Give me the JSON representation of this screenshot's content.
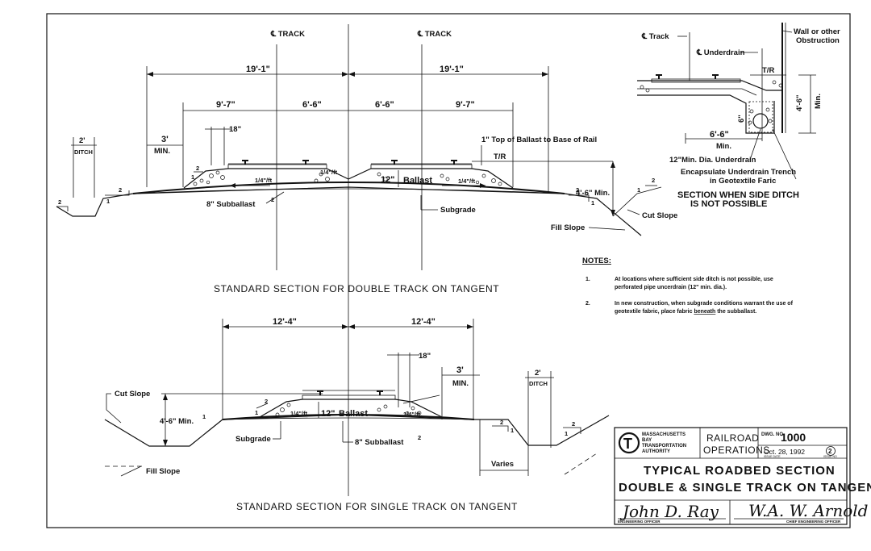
{
  "double": {
    "cl_track_left": "℄ TRACK",
    "cl_track_right": "℄ TRACK",
    "dim_19_1_left": "19'-1\"",
    "dim_19_1_right": "19'-1\"",
    "dim_9_7_left": "9'-7\"",
    "dim_6_6_left": "6'-6\"",
    "dim_6_6_right": "6'-6\"",
    "dim_9_7_right": "9'-7\"",
    "dim_18": "18\"",
    "dim_ditch_2": "2'",
    "ditch": "DITCH",
    "dim_3": "3'",
    "min": "MIN.",
    "top_ballast_note": "1\" Top of Ballast to Base of Rail",
    "tr": "T/R",
    "ballast_12": "12\"",
    "ballast": "Ballast",
    "slope_quarter_left": "1/4\"/ft",
    "slope_quarter_mid": "1/4\"/ft",
    "slope_quarter_right": "1/4\"/ft",
    "subballast": "8\" Subballast",
    "sup2": "2",
    "subgrade": "Subgrade",
    "dim_4_6": "4'-6\" Min.",
    "cut_slope": "Cut Slope",
    "fill_slope": "Fill Slope",
    "slope_2": "2",
    "slope_1": "1",
    "title": "STANDARD SECTION FOR DOUBLE TRACK ON TANGENT"
  },
  "side": {
    "cl_track": "℄ Track",
    "cl_underdrain": "℄ Underdrain",
    "wall": "Wall or other",
    "obstruction": "Obstruction",
    "tr": "T/R",
    "dim_4_6": "4'-6\"",
    "min": "Min.",
    "dim_6": "6\"",
    "dim_6_6": "6'-6\"",
    "min2": "Min.",
    "underdrain": "12\"Min. Dia. Underdrain",
    "encapsulate1": "Encapsulate Underdrain Trench",
    "encapsulate2": "in Geotextile Faric",
    "title1": "SECTION WHEN SIDE DITCH",
    "title2": "IS NOT POSSIBLE"
  },
  "notes": {
    "heading": "NOTES:",
    "n1_num": "1.",
    "n1_line1": "At locations where sufficient side ditch is not possible, use",
    "n1_line2": "perforated pipe uncerdrain (12\" min. dia.).",
    "n2_num": "2.",
    "n2_line1": "In new construction, when subgrade conditions warrant the use of",
    "n2_line2_a": "geotextile fabric, place fabric ",
    "n2_line2_b": "beneath",
    "n2_line2_c": " the subballast."
  },
  "single": {
    "dim_12_4_left": "12'-4\"",
    "dim_12_4_right": "12'-4\"",
    "dim_18": "18\"",
    "dim_3": "3'",
    "min": "MIN.",
    "dim_ditch_2": "2'",
    "ditch": "DITCH",
    "cut_slope": "Cut Slope",
    "dim_4_6": "4'-6\" Min.",
    "sup1": "1",
    "ballast_12": "12\"",
    "ballast": "Ballast",
    "slope_quarter_left": "1/4\"/ft.",
    "slope_quarter_right": "1/4\"/ft.",
    "subgrade": "Subgrade",
    "subballast": "8\" Subballast",
    "sup2": "2",
    "varies": "Varies",
    "fill_slope": "Fill Slope",
    "slope_2": "2",
    "slope_1": "1",
    "title": "STANDARD SECTION FOR SINGLE TRACK ON TANGENT"
  },
  "titleblock": {
    "agency1": "MASSACHUSETTS",
    "agency2": "BAY",
    "agency3": "TRANSPORTATION",
    "agency4": "AUTHORITY",
    "logo_letter": "T",
    "dept1": "RAILROAD",
    "dept2": "OPERATIONS",
    "dwg_label": "DWG. NO.",
    "dwg_no": "1000",
    "date": "Oct. 28, 1992",
    "issue_no": "2",
    "issue_date_label": "ISSUE DATE",
    "issue_no_label": "ISSUE NO",
    "title1": "TYPICAL ROADBED SECTION",
    "title2": "DOUBLE & SINGLE TRACK ON TANGENT",
    "sig_left": "John D. Ray",
    "sig_right": "W.A. W. Arnold",
    "role_left": "ENGINEERING OFFICER",
    "role_right": "CHIEF ENGINEERING OFFICER"
  },
  "colors": {
    "ink": "#111111",
    "paper": "#ffffff"
  }
}
